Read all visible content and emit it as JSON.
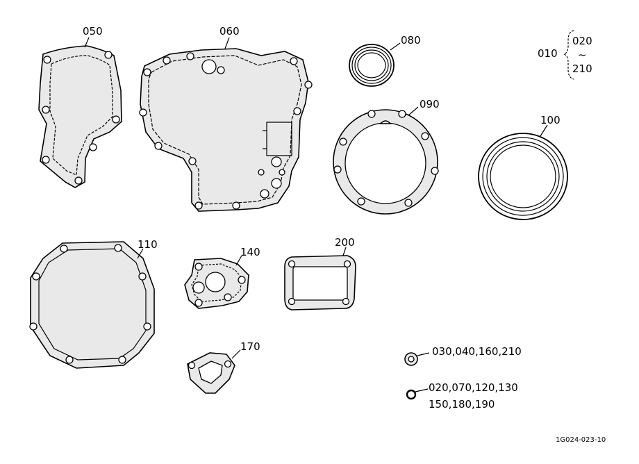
{
  "labels": {
    "p050": "050",
    "p060": "060",
    "p080": "080",
    "p090": "090",
    "p100": "100",
    "p110": "110",
    "p140": "140",
    "p170": "170",
    "p200": "200",
    "p010": "010",
    "p020": "020",
    "p210": "210",
    "tilde": "~"
  },
  "legend": {
    "washer": "030,040,160,210",
    "oring_line1": "020,070,120,130",
    "oring_line2": "150,180,190"
  },
  "footer": {
    "code": "1G024-023-10"
  },
  "colors": {
    "gasket_fill": "#e9e9e9",
    "line": "#000000"
  }
}
